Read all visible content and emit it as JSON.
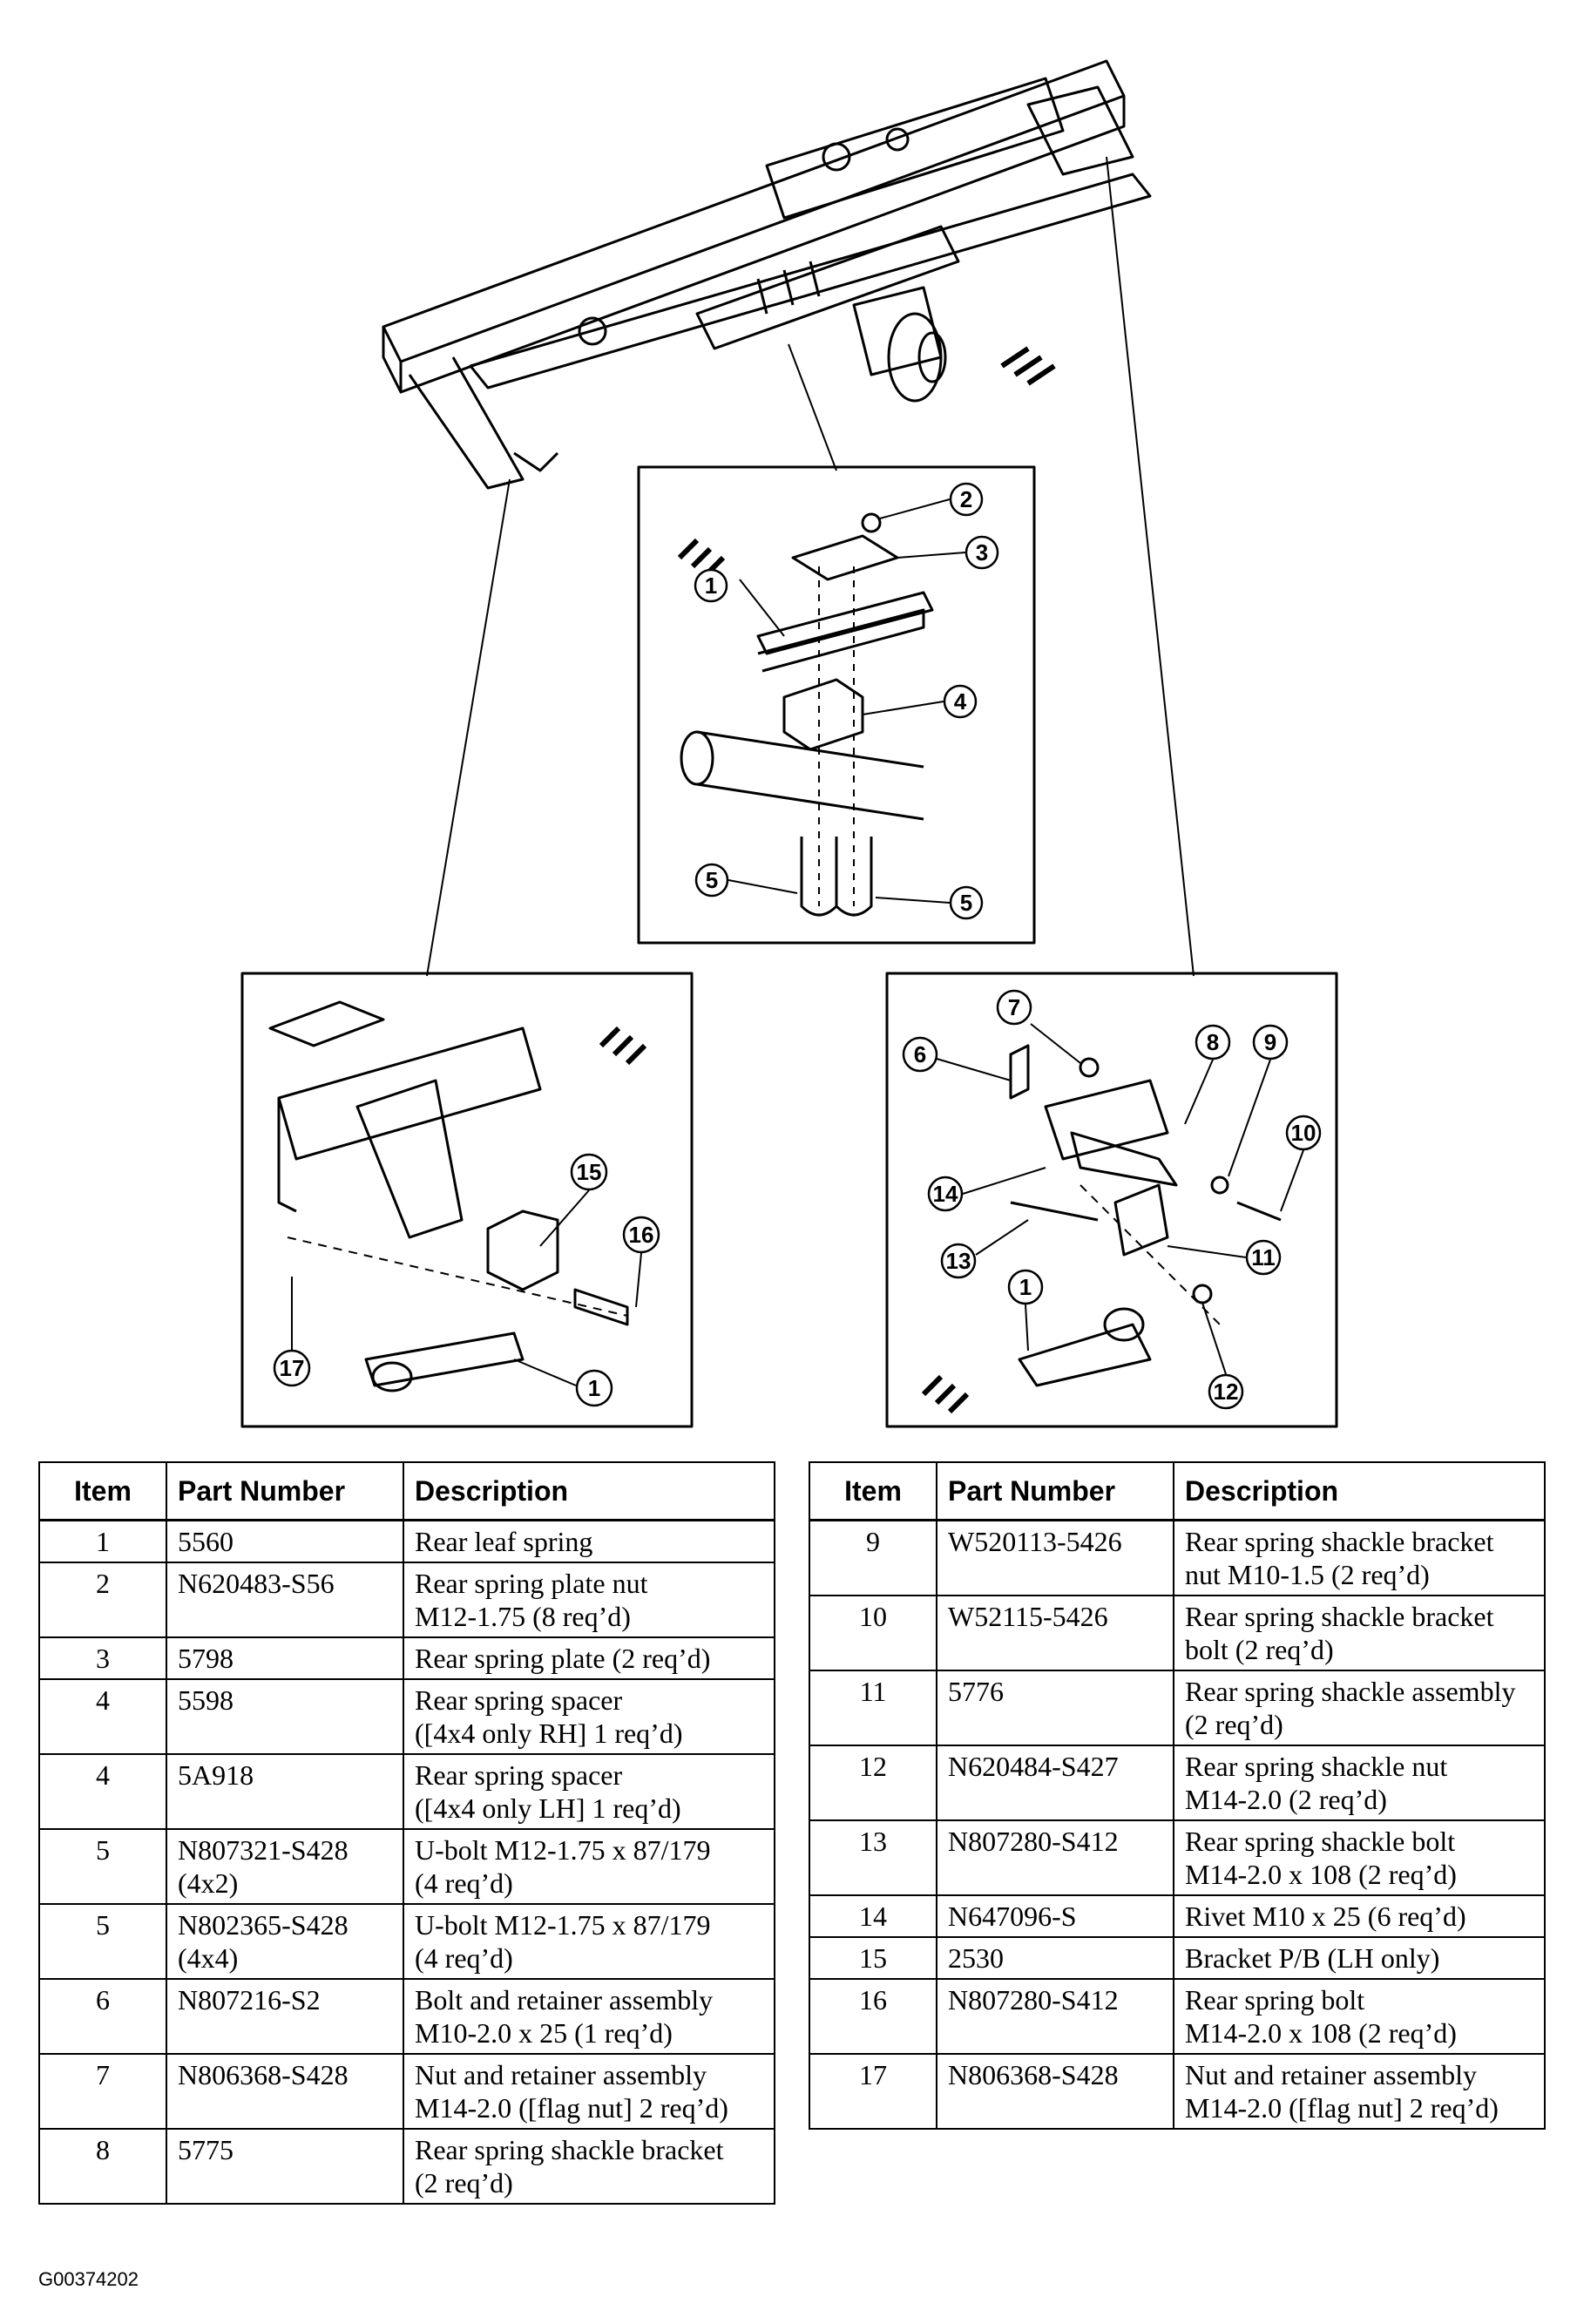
{
  "callouts": {
    "top": [
      "1",
      "2",
      "3",
      "4",
      "5",
      "5"
    ],
    "left": [
      "15",
      "16",
      "17",
      "1"
    ],
    "right": [
      "7",
      "8",
      "9",
      "6",
      "10",
      "14",
      "13",
      "11",
      "1",
      "12"
    ]
  },
  "headers": {
    "item": "Item",
    "part_number": "Part Number",
    "description": "Description"
  },
  "parts_left": [
    {
      "item": "1",
      "part": "5560",
      "desc": "Rear leaf spring"
    },
    {
      "item": "2",
      "part": "N620483-S56",
      "desc": "Rear spring plate nut\nM12-1.75 (8 req’d)"
    },
    {
      "item": "3",
      "part": "5798",
      "desc": "Rear spring plate (2 req’d)"
    },
    {
      "item": "4",
      "part": "5598",
      "desc": "Rear spring spacer\n([4x4 only RH] 1 req’d)"
    },
    {
      "item": "4",
      "part": "5A918",
      "desc": "Rear spring spacer\n([4x4 only LH] 1 req’d)"
    },
    {
      "item": "5",
      "part": "N807321-S428\n(4x2)",
      "desc": "U-bolt M12-1.75 x 87/179\n(4 req’d)"
    },
    {
      "item": "5",
      "part": "N802365-S428\n(4x4)",
      "desc": "U-bolt M12-1.75 x 87/179\n(4 req’d)"
    },
    {
      "item": "6",
      "part": "N807216-S2",
      "desc": "Bolt and retainer assembly\nM10-2.0 x 25 (1 req’d)"
    },
    {
      "item": "7",
      "part": "N806368-S428",
      "desc": "Nut and retainer assembly\nM14-2.0 ([flag nut] 2 req’d)"
    },
    {
      "item": "8",
      "part": "5775",
      "desc": "Rear spring shackle bracket\n(2 req’d)"
    }
  ],
  "parts_right": [
    {
      "item": "9",
      "part": "W520113-5426",
      "desc": "Rear spring shackle bracket\nnut M10-1.5 (2 req’d)"
    },
    {
      "item": "10",
      "part": "W52115-5426",
      "desc": "Rear spring shackle bracket\nbolt (2 req’d)"
    },
    {
      "item": "11",
      "part": "5776",
      "desc": "Rear spring shackle assembly\n(2 req’d)"
    },
    {
      "item": "12",
      "part": "N620484-S427",
      "desc": "Rear spring shackle nut\nM14-2.0 (2 req’d)"
    },
    {
      "item": "13",
      "part": "N807280-S412",
      "desc": "Rear spring shackle bolt\nM14-2.0 x 108 (2 req’d)"
    },
    {
      "item": "14",
      "part": "N647096-S",
      "desc": "Rivet M10 x 25 (6 req’d)"
    },
    {
      "item": "15",
      "part": "2530",
      "desc": "Bracket P/B (LH only)"
    },
    {
      "item": "16",
      "part": "N807280-S412",
      "desc": "Rear spring bolt\nM14-2.0 x 108 (2 req’d)"
    },
    {
      "item": "17",
      "part": "N806368-S428",
      "desc": "Nut and retainer assembly\nM14-2.0 ([flag nut] 2 req’d)"
    }
  ],
  "figure_code": "G00374202"
}
